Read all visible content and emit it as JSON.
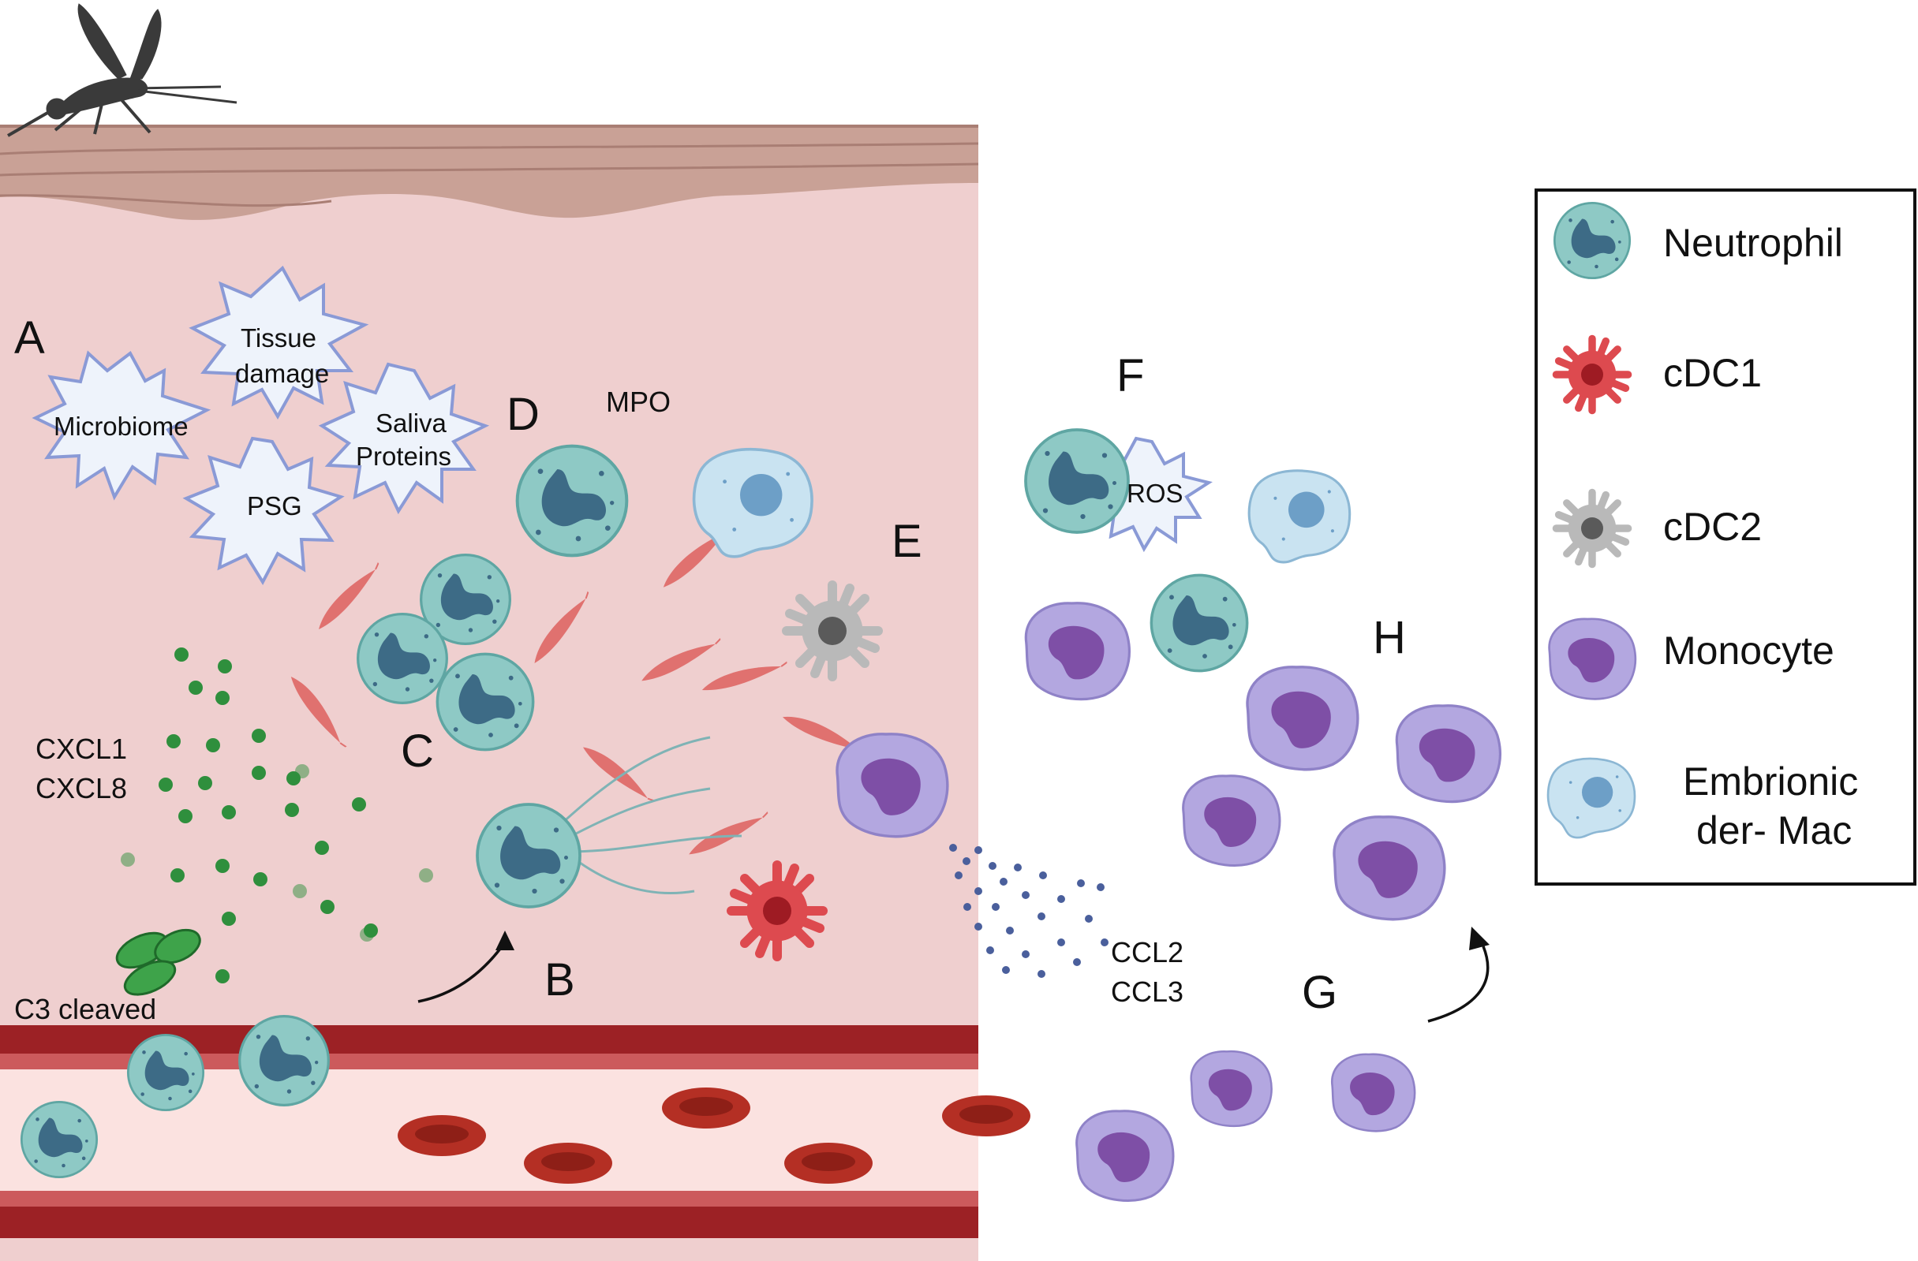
{
  "panels": {
    "a": "A",
    "b": "B",
    "c": "C",
    "d": "D",
    "e": "E",
    "f": "F",
    "g": "G",
    "h": "H"
  },
  "bursts": {
    "microbiome": "Microbiome",
    "tissue_damage_1": "Tissue",
    "tissue_damage_2": "damage",
    "saliva_1": "Saliva",
    "saliva_2": "Proteins",
    "psg": "PSG",
    "ros": "ROS"
  },
  "labels": {
    "mpo": "MPO",
    "cxcl1": "CXCL1",
    "cxcl8": "CXCL8",
    "c3_cleaved": "C3 cleaved",
    "ccl2": "CCL2",
    "ccl3": "CCL3"
  },
  "legend": {
    "items": [
      {
        "icon": "neutrophil-icon",
        "label_1": "Neutrophil",
        "label_2": ""
      },
      {
        "icon": "cdc1-icon",
        "label_1": "cDC1",
        "label_2": ""
      },
      {
        "icon": "cdc2-icon",
        "label_1": "cDC2",
        "label_2": ""
      },
      {
        "icon": "monocyte-icon",
        "label_1": "Monocyte",
        "label_2": ""
      },
      {
        "icon": "macrophage-icon",
        "label_1": "Embrionic",
        "label_2": "der- Mac"
      }
    ]
  },
  "colors": {
    "dermis": "#efcfcf",
    "epidermis": "#c9a196",
    "vessel_wall": "#9c2125",
    "vessel_lumen": "#fbe2e0",
    "neutrophil": "#8ec9c5",
    "neutrophil_nucleus": "#3d6b86",
    "cdc1": "#dd4a4f",
    "cdc2": "#b9b9b9",
    "monocyte": "#b3a7e0",
    "monocyte_nucleus": "#7e4fa6",
    "macrophage": "#c9e3f1",
    "macrophage_nucleus": "#6d9fc7",
    "chemokine_dot": "#2f8f3d",
    "ccl_dot": "#4a5f9c",
    "rbc": "#b42f24",
    "parasite": "#e0716f"
  }
}
